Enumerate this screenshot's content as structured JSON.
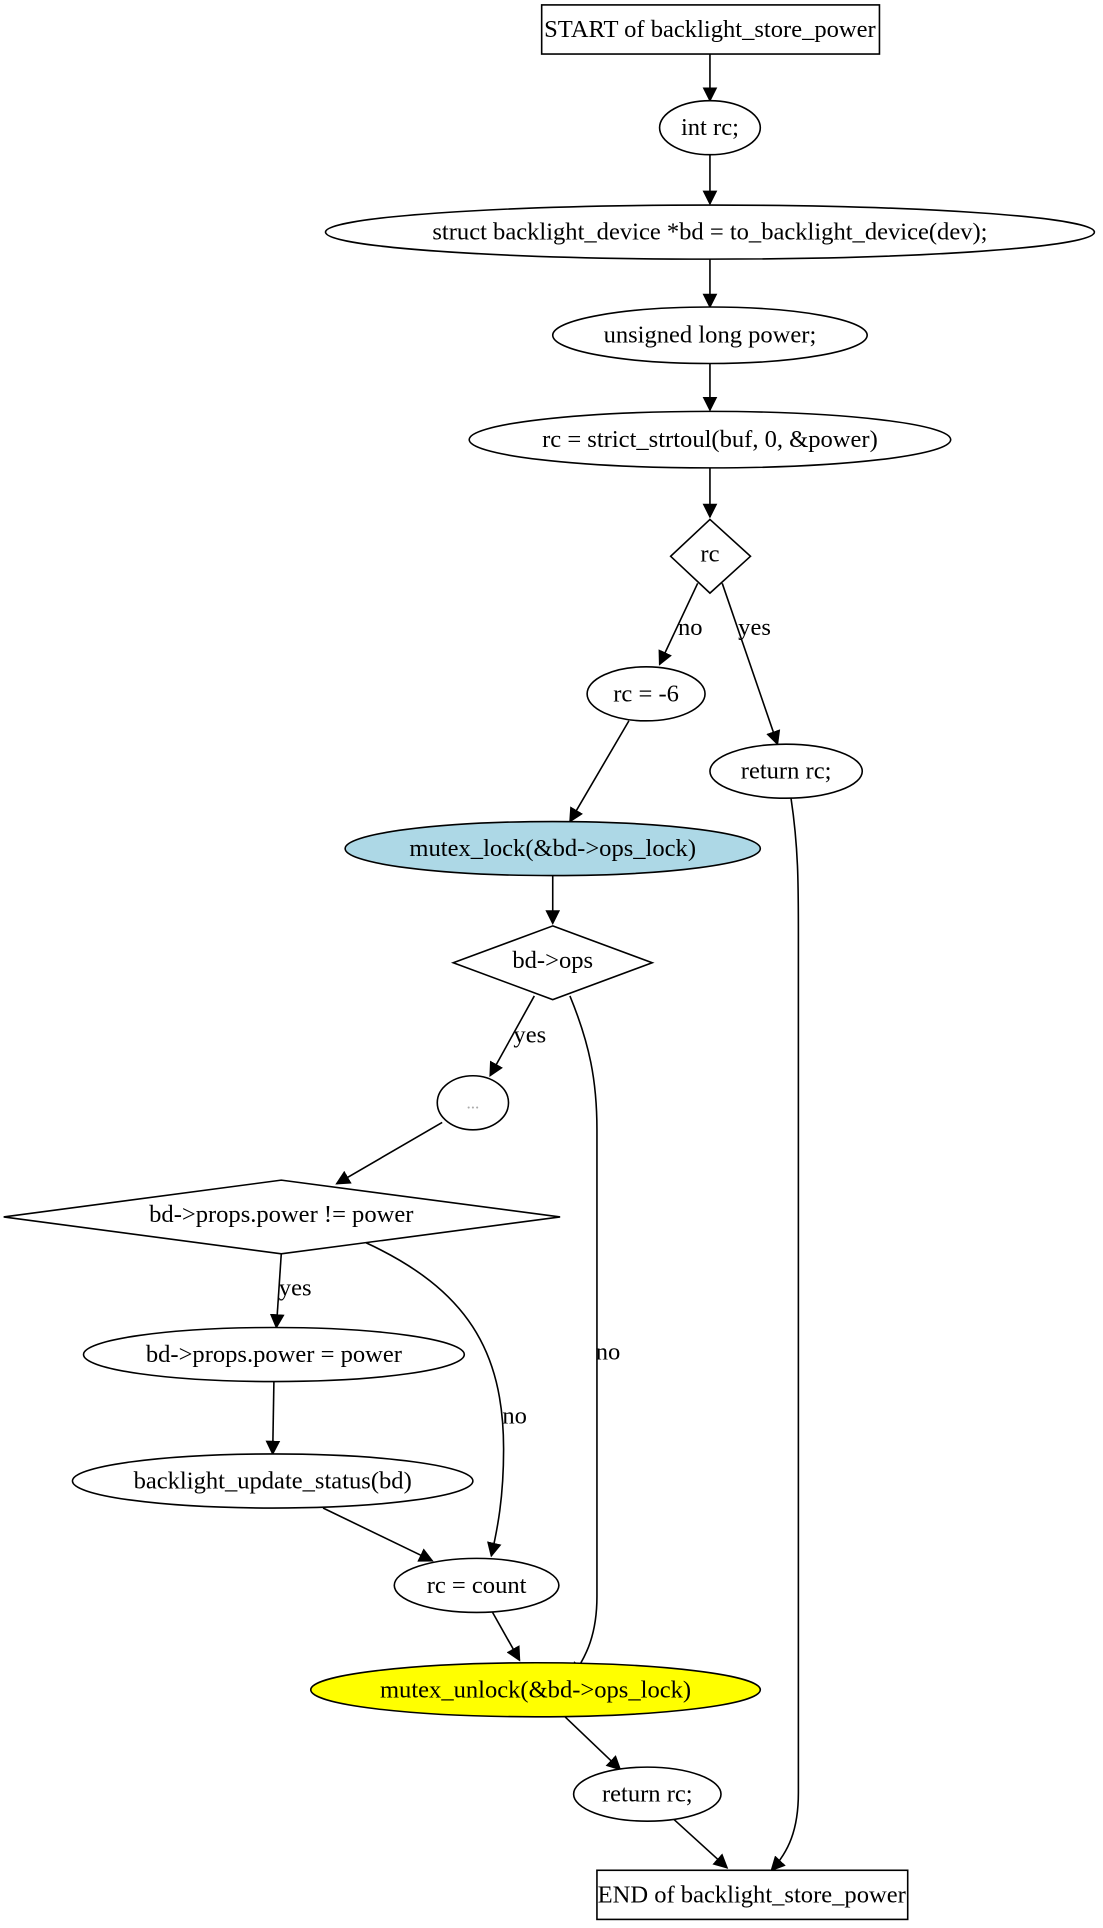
{
  "flowchart": {
    "nodes": {
      "start": "START of backlight_store_power",
      "decl_rc": "int rc;",
      "decl_bd": "struct backlight_device *bd = to_backlight_device(dev);",
      "decl_power": "unsigned long power;",
      "call_strtoul": "rc = strict_strtoul(buf, 0, &power)",
      "cond_rc": "rc",
      "assign_rc_neg6": "rc = -6",
      "return_rc_early": "return rc;",
      "mutex_lock": "mutex_lock(&bd->ops_lock)",
      "cond_ops": "bd->ops",
      "ellipsis": "...",
      "cond_power": "bd->props.power != power",
      "assign_power": "bd->props.power = power",
      "update_status": "backlight_update_status(bd)",
      "assign_count": "rc = count",
      "mutex_unlock": "mutex_unlock(&bd->ops_lock)",
      "return_rc_final": "return rc;",
      "end": "END of backlight_store_power"
    },
    "edge_labels": {
      "rc_no": "no",
      "rc_yes": "yes",
      "ops_yes": "yes",
      "ops_no": "no",
      "power_yes": "yes",
      "power_no": "no"
    },
    "colors": {
      "mutex_lock_fill": "#add8e6",
      "mutex_unlock_fill": "#ffff00",
      "default_fill": "#ffffff"
    }
  }
}
